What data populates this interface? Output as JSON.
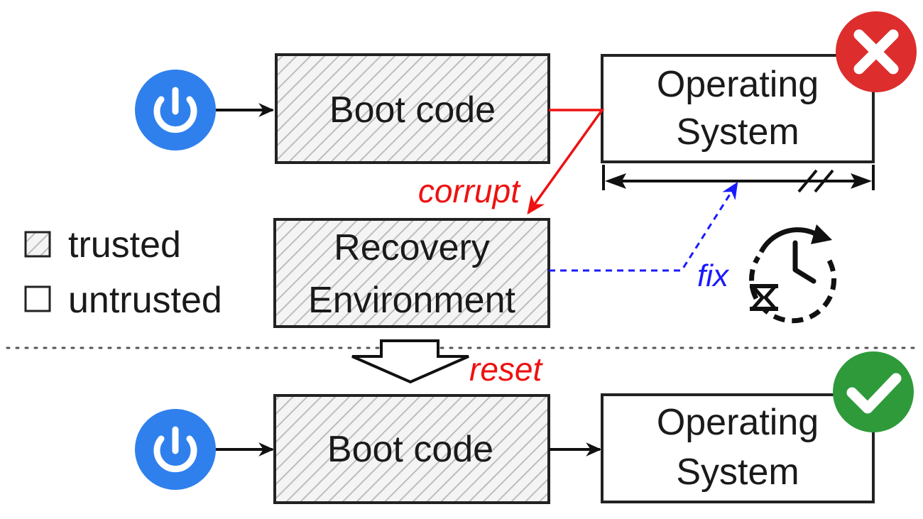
{
  "top": {
    "boot_label": "Boot code",
    "os_line1": "Operating",
    "os_line2": "System",
    "status_icon": "error-x-icon"
  },
  "recovery": {
    "line1": "Recovery",
    "line2": "Environment"
  },
  "annotations": {
    "corrupt": "corrupt",
    "fix": "fix",
    "reset": "reset"
  },
  "legend": {
    "trusted": "trusted",
    "untrusted": "untrusted"
  },
  "bottom": {
    "boot_label": "Boot code",
    "os_line1": "Operating",
    "os_line2": "System",
    "status_icon": "success-check-icon"
  },
  "icons": {
    "power": "power-icon",
    "time_travel": "time-restore-icon"
  },
  "colors": {
    "power_blue": "#2f80ed",
    "error_red": "#dd2d2d",
    "success_green": "#2e9a3a",
    "corrupt_red": "#ee1111",
    "fix_blue": "#1a1aff",
    "hatch_gray": "#bdbdbd"
  }
}
